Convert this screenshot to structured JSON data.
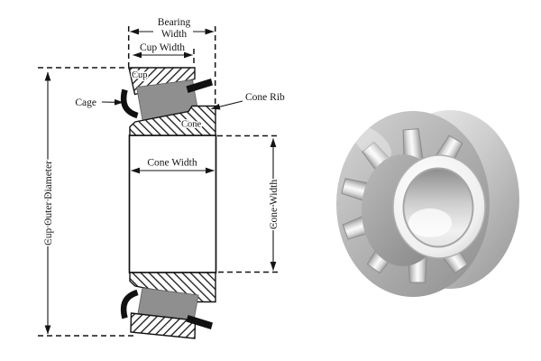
{
  "figure": {
    "background": "#ffffff",
    "labels": {
      "bearing_width_line1": "Bearing",
      "bearing_width_line2": "Width",
      "cup_width": "Cup Width",
      "cup": "Cup",
      "cage": "Cage",
      "cone_rib": "Cone Rib",
      "cone": "Cone",
      "cone_width_horizontal": "Cone Width",
      "cone_width_vertical": "Cone Width",
      "cup_outer_diameter": "Cup Outer Diameter"
    },
    "colors": {
      "line": "#141414",
      "roller_gray": "#8f8f8f",
      "cage_black": "#111111",
      "photo_silver_light": "#f2f2f2",
      "photo_silver_mid": "#b9b9b9",
      "photo_silver_dark": "#8a8a8a"
    },
    "photo_subject": "tapered roller bearing"
  }
}
